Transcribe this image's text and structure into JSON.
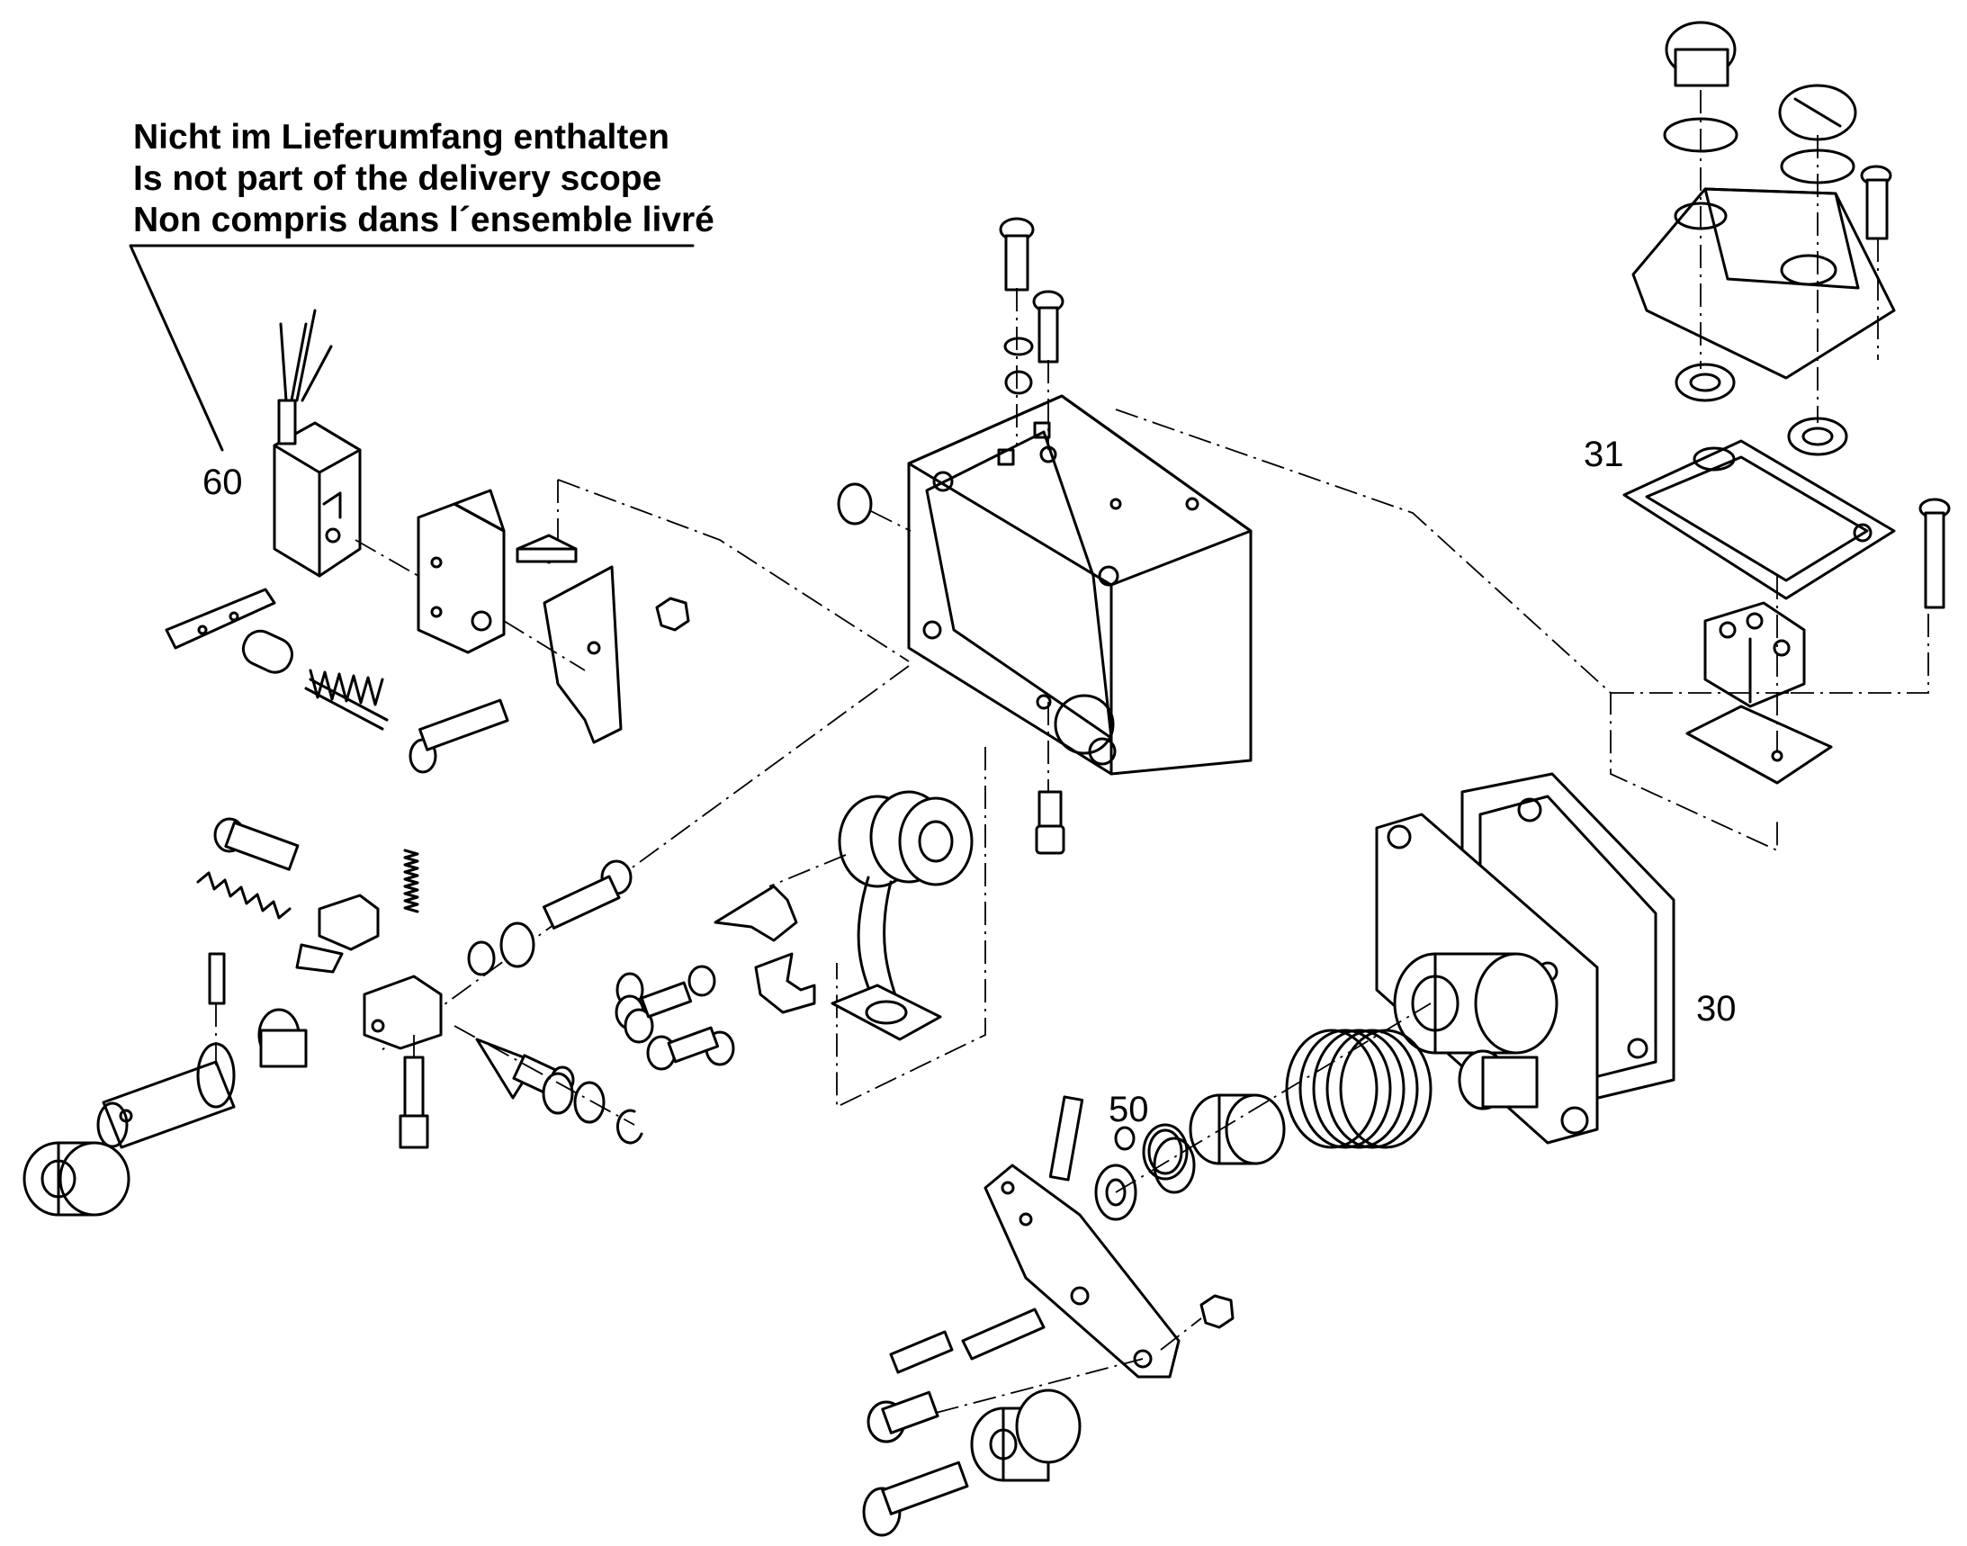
{
  "note": {
    "lines": [
      "Nicht im Lieferumfang enthalten",
      "Is not part of the delivery scope",
      "Non compris dans l´ensemble livré"
    ]
  },
  "callouts": [
    {
      "id": "60",
      "label": "60"
    },
    {
      "id": "31",
      "label": "31"
    },
    {
      "id": "30",
      "label": "30"
    },
    {
      "id": "50",
      "label": "50"
    }
  ]
}
